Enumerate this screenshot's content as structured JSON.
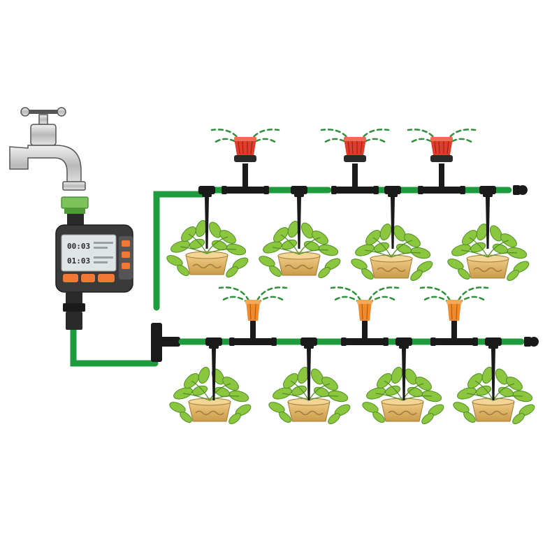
{
  "timer": {
    "display_top": "00:03",
    "display_bottom": "01:03"
  },
  "colors": {
    "hose": "#1e9b3c",
    "fitting": "#1a1a1a",
    "sprinkler_red": "#e03c2b",
    "sprinkler_orange": "#f08a2a",
    "spray": "#2f8f3a",
    "timer_body": "#3a3a3a",
    "timer_screen": "#dfe4e6",
    "timer_button": "#f07a35",
    "connector_green": "#7cc45a",
    "pot": "#e0b46a",
    "leaf": "#8cc63f"
  },
  "icons": {
    "faucet": "faucet-icon",
    "timer": "water-timer",
    "sprinkler_top": "red-sprinkler-icon",
    "sprinkler_bottom": "orange-sprinkler-icon",
    "dripper": "drip-stake-icon",
    "plant": "potted-plant-icon",
    "end_plug": "end-plug-icon",
    "tee": "tee-connector-icon"
  },
  "layout_desc": {
    "rows": 2,
    "sprinklers_per_row": 3,
    "plants_per_row": 4
  }
}
